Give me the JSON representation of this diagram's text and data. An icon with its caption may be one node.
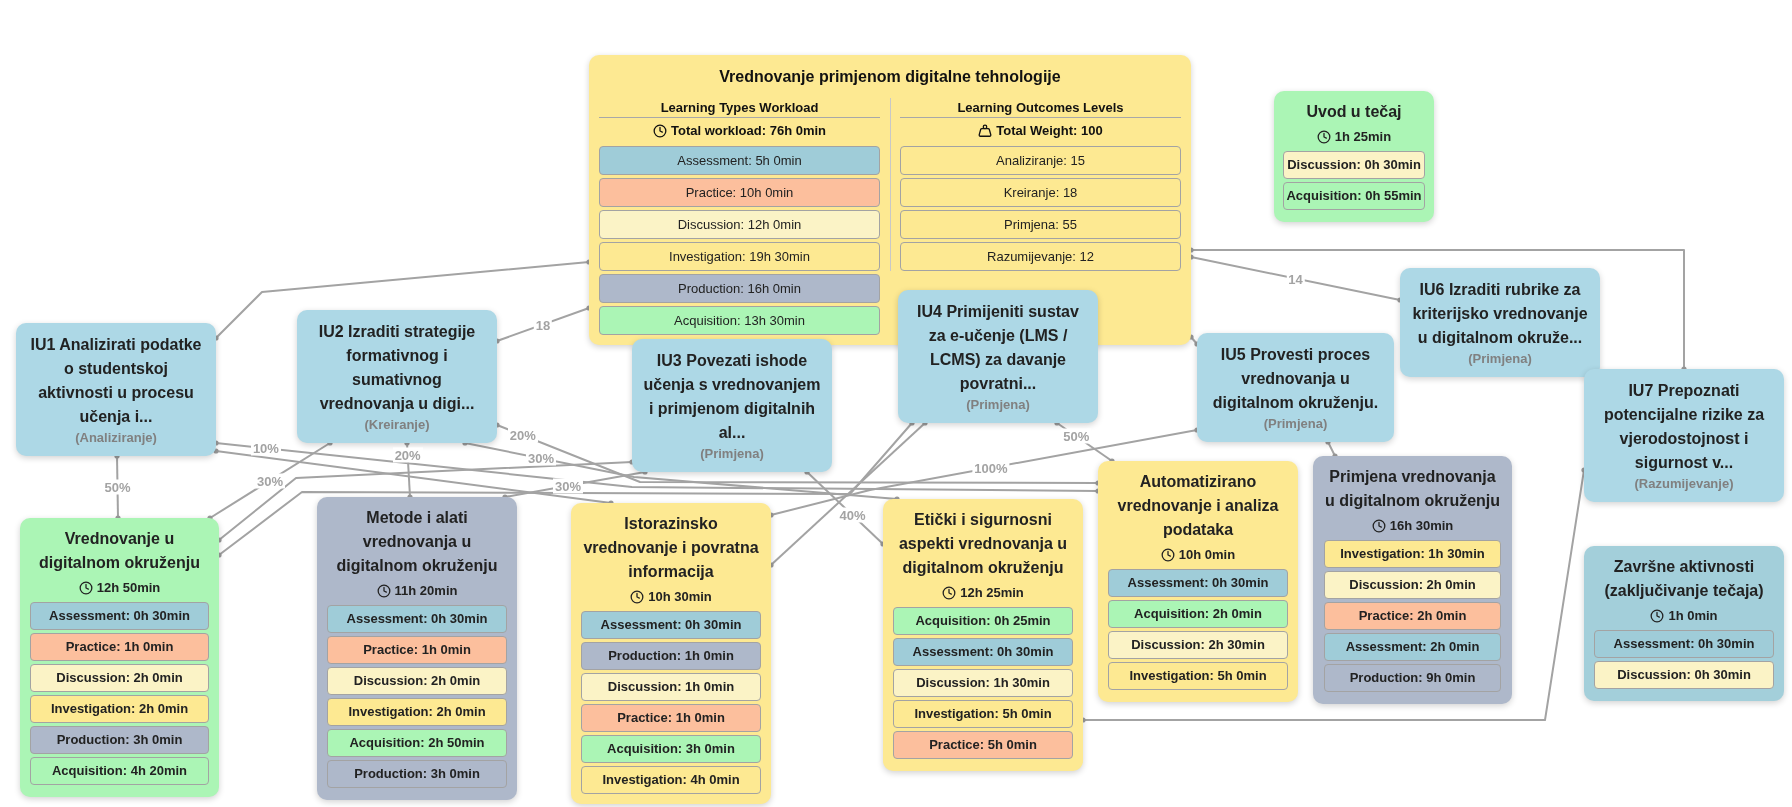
{
  "diagram": {
    "nodes": [
      {
        "text": [
          "Vrednovanje primjenom digitalne tehnologije",
          "Learning Types Workload",
          "Total workload: 76h 0min",
          "Learning Outcomes Levels",
          "Total Weight: 100"
        ]
      },
      {
        "text": [
          "Assessment: 5h 0min"
        ],
        "in": 0
      },
      {
        "text": [
          "Practice: 10h 0min"
        ],
        "in": 0
      },
      {
        "text": [
          "Discussion: 12h 0min"
        ],
        "in": 0
      },
      {
        "text": [
          "Investigation: 19h 30min"
        ],
        "in": 0
      },
      {
        "text": [
          "Production: 16h 0min"
        ],
        "in": 0
      },
      {
        "text": [
          "Acquisition: 13h 30min"
        ],
        "in": 0
      },
      {
        "text": [
          "Analiziranje: 15"
        ],
        "in": 0
      },
      {
        "text": [
          "Kreiranje: 18"
        ],
        "in": 0
      },
      {
        "text": [
          "Primjena: 55"
        ],
        "in": 0
      },
      {
        "text": [
          "Razumijevanje: 12"
        ],
        "in": 0
      },
      {
        "text": [
          "Uvod u tečaj",
          "1h 25min"
        ]
      },
      {
        "text": [
          "Discussion: 0h 30min"
        ],
        "in": 11
      },
      {
        "text": [
          "Acquisition: 0h 55min"
        ],
        "in": 11
      },
      {
        "text": [
          "IU1 Analizirati podatke o studentskoj aktivnosti u procesu učenja i...",
          "(Analiziranje)"
        ]
      },
      {
        "text": [
          "IU2 Izraditi strategije formativnog i sumativnog vrednovanja u digi...",
          "(Kreiranje)"
        ]
      },
      {
        "text": [
          "IU3 Povezati ishode učenja s vrednovanjem i primjenom digitalnih al...",
          "(Primjena)"
        ]
      },
      {
        "text": [
          "IU4 Primijeniti sustav za e-učenje (LMS / LCMS) za davanje povratni...",
          "(Primjena)"
        ]
      },
      {
        "text": [
          "IU5 Provesti proces vrednovanja u digitalnom okruženju.",
          "(Primjena)"
        ]
      },
      {
        "text": [
          "IU6 Izraditi rubrike za kriterijsko vrednovanje u digitalnom okruže...",
          "(Primjena)"
        ]
      },
      {
        "text": [
          "IU7 Prepoznati potencijalne rizike za vjerodostojnost i sigurnost v...",
          "(Razumijevanje)"
        ]
      },
      {
        "text": [
          "Vrednovanje u digitalnom okruženju",
          "12h 50min"
        ]
      },
      {
        "text": [
          "Assessment: 0h 30min"
        ],
        "in": 21
      },
      {
        "text": [
          "Practice: 1h 0min"
        ],
        "in": 21
      },
      {
        "text": [
          "Discussion: 2h 0min"
        ],
        "in": 21
      },
      {
        "text": [
          "Investigation: 2h 0min"
        ],
        "in": 21
      },
      {
        "text": [
          "Production: 3h 0min"
        ],
        "in": 21
      },
      {
        "text": [
          "Acquisition: 4h 20min"
        ],
        "in": 21
      },
      {
        "text": [
          "Metode i alati vrednovanja u digitalnom okruženju",
          "11h 20min"
        ]
      },
      {
        "text": [
          "Assessment: 0h 30min"
        ],
        "in": 28
      },
      {
        "text": [
          "Practice: 1h 0min"
        ],
        "in": 28
      },
      {
        "text": [
          "Discussion: 2h 0min"
        ],
        "in": 28
      },
      {
        "text": [
          "Investigation: 2h 0min"
        ],
        "in": 28
      },
      {
        "text": [
          "Acquisition: 2h 50min"
        ],
        "in": 28
      },
      {
        "text": [
          "Production: 3h 0min"
        ],
        "in": 28
      },
      {
        "text": [
          "Istorazinsko vrednovanje i povratna informacija",
          "10h 30min"
        ]
      },
      {
        "text": [
          "Assessment: 0h 30min"
        ],
        "in": 35
      },
      {
        "text": [
          "Production: 1h 0min"
        ],
        "in": 35
      },
      {
        "text": [
          "Discussion: 1h 0min"
        ],
        "in": 35
      },
      {
        "text": [
          "Practice: 1h 0min"
        ],
        "in": 35
      },
      {
        "text": [
          "Acquisition: 3h 0min"
        ],
        "in": 35
      },
      {
        "text": [
          "Investigation: 4h 0min"
        ],
        "in": 35
      },
      {
        "text": [
          "Etički i sigurnosni aspekti vrednovanja u digitalnom okruženju",
          "12h 25min"
        ]
      },
      {
        "text": [
          "Acquisition: 0h 25min"
        ],
        "in": 42
      },
      {
        "text": [
          "Assessment: 0h 30min"
        ],
        "in": 42
      },
      {
        "text": [
          "Discussion: 1h 30min"
        ],
        "in": 42
      },
      {
        "text": [
          "Investigation: 5h 0min"
        ],
        "in": 42
      },
      {
        "text": [
          "Practice: 5h 0min"
        ],
        "in": 42
      },
      {
        "text": [
          "Automatizirano vrednovanje i analiza podataka",
          "10h 0min"
        ]
      },
      {
        "text": [
          "Assessment: 0h 30min"
        ],
        "in": 48
      },
      {
        "text": [
          "Acquisition: 2h 0min"
        ],
        "in": 48
      },
      {
        "text": [
          "Discussion: 2h 30min"
        ],
        "in": 48
      },
      {
        "text": [
          "Investigation: 5h 0min"
        ],
        "in": 48
      },
      {
        "text": [
          "Primjena vrednovanja u digitalnom okruženju",
          "16h 30min"
        ]
      },
      {
        "text": [
          "Investigation: 1h 30min"
        ],
        "in": 53
      },
      {
        "text": [
          "Discussion: 2h 0min"
        ],
        "in": 53
      },
      {
        "text": [
          "Practice: 2h 0min"
        ],
        "in": 53
      },
      {
        "text": [
          "Assessment: 2h 0min"
        ],
        "in": 53
      },
      {
        "text": [
          "Production: 9h 0min"
        ],
        "in": 53
      },
      {
        "text": [
          "Završne aktivnosti (zaključivanje tečaja)",
          "1h 0min"
        ]
      },
      {
        "text": [
          "Assessment: 0h 30min"
        ],
        "in": 59
      },
      {
        "text": [
          "Discussion: 0h 30min"
        ],
        "in": 59
      }
    ],
    "edges": [
      {
        "from": 14,
        "to": 0,
        "arrow": "other"
      },
      {
        "from": 15,
        "to": 0,
        "arrow": "other",
        "label": "18"
      },
      {
        "from": 18,
        "to": 0,
        "arrow": "other"
      },
      {
        "from": 19,
        "to": 0,
        "arrow": "other",
        "label": "14"
      },
      {
        "from": 20,
        "to": 0,
        "arrow": "other"
      },
      {
        "from": 14,
        "to": 21,
        "arrow": "other",
        "label": "50%"
      },
      {
        "from": 15,
        "to": 21,
        "arrow": "other",
        "label": "30%"
      },
      {
        "from": 15,
        "to": 28,
        "arrow": "other",
        "label": "20%"
      },
      {
        "from": 14,
        "to": 35,
        "arrow": "other"
      },
      {
        "from": 15,
        "to": 42,
        "arrow": "other",
        "label": "30%"
      },
      {
        "from": 15,
        "to": 48,
        "arrow": "other",
        "label": "20%"
      },
      {
        "from": 14,
        "to": 48,
        "arrow": "other",
        "label": "10%"
      },
      {
        "from": 16,
        "to": 42,
        "arrow": "other",
        "label": "40%"
      },
      {
        "from": 28,
        "to": 16,
        "arrow": "other",
        "label": "30%"
      },
      {
        "from": 21,
        "to": 16,
        "arrow": "other"
      },
      {
        "from": 21,
        "to": 17,
        "arrow": "other"
      },
      {
        "from": 17,
        "to": 35,
        "arrow": "other"
      },
      {
        "from": 17,
        "to": 48,
        "arrow": "other",
        "label": "50%"
      },
      {
        "from": 35,
        "to": 18,
        "arrow": "other",
        "label": "100%"
      },
      {
        "from": 18,
        "to": 53,
        "arrow": "other"
      },
      {
        "from": 42,
        "to": 20,
        "arrow": "other"
      }
    ]
  }
}
